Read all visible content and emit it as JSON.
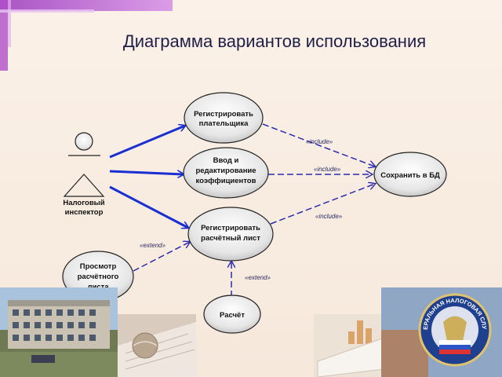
{
  "title": "Диаграмма вариантов использования",
  "actor": {
    "line1": "Налоговый",
    "line2": "инспектор"
  },
  "use_cases": {
    "register_payer": [
      "Регистрировать",
      "плательщика"
    ],
    "input_coeff": [
      "Ввод и",
      "редактирование",
      "коэффициентов"
    ],
    "save_db": [
      "Сохранить в БД"
    ],
    "register_sheet": [
      "Регистрировать",
      "расчётный лист"
    ],
    "view_sheet": [
      "Просмотр",
      "расчётного",
      "листа"
    ],
    "calc": [
      "Расчёт"
    ]
  },
  "relations": {
    "include_1": "«include»",
    "include_2": "«include»",
    "include_3": "«include»",
    "extend_1": "«extend»",
    "extend_2": "«extend»"
  },
  "logo": {
    "text": "ФЕДЕРАЛЬНАЯ НАЛОГОВАЯ СЛУЖБА"
  },
  "colors": {
    "association": "#1a2fd0",
    "dependency": "#2b2bb0",
    "ellipse_fill": "#ececec",
    "purple_accent": "#b04fc8"
  }
}
